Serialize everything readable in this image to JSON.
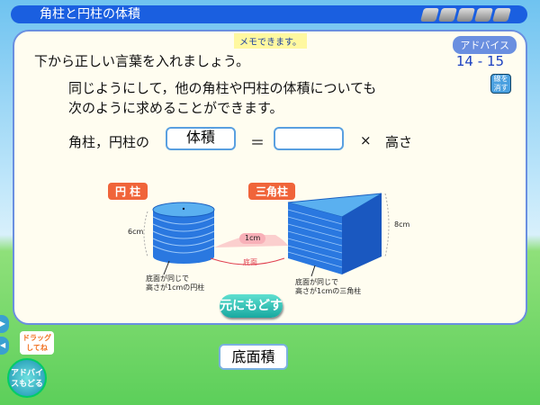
{
  "title": "角柱と円柱の体積",
  "memo": "メモできます。",
  "advice_label": "アドバイス",
  "pages": "14 - 15",
  "erase_label": "線を消す",
  "instruction": "下から正しい言葉を入れましょう。",
  "body_line1": "同じようにして，他の角柱や円柱の体積についても",
  "body_line2": "次のように求めることができます。",
  "formula": {
    "lhs": "角柱，円柱の",
    "box1": "体積",
    "eq": "＝",
    "box2": "",
    "times": "×",
    "height": "高さ"
  },
  "figure": {
    "cyl_tag": "円 柱",
    "prism_tag": "三角柱",
    "cyl_height": "6cm",
    "prism_height": "8cm",
    "unit_label": "1cm",
    "base_label": "底面",
    "cyl_caption": "底面が同じで\n高さが1cmの円柱",
    "prism_caption": "底面が同じで\n高さが1cmの三角柱"
  },
  "back_button": "元にもどす",
  "drag_hint": "ドラッグしてね",
  "advice_back": "アドバイスもどる",
  "word_card": "底面積"
}
